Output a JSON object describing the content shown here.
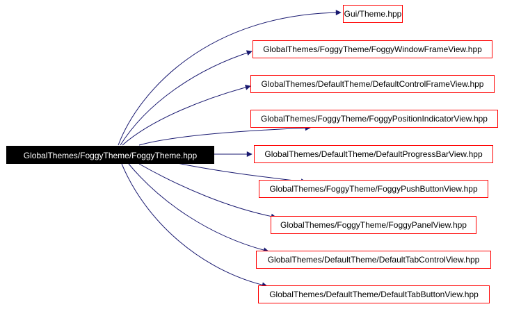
{
  "root": {
    "label": "GlobalThemes/FoggyTheme/FoggyTheme.hpp"
  },
  "includes": [
    {
      "label": "Gui/Theme.hpp"
    },
    {
      "label": "GlobalThemes/FoggyTheme/FoggyWindowFrameView.hpp"
    },
    {
      "label": "GlobalThemes/DefaultTheme/DefaultControlFrameView.hpp"
    },
    {
      "label": "GlobalThemes/FoggyTheme/FoggyPositionIndicatorView.hpp"
    },
    {
      "label": "GlobalThemes/DefaultTheme/DefaultProgressBarView.hpp"
    },
    {
      "label": "GlobalThemes/FoggyTheme/FoggyPushButtonView.hpp"
    },
    {
      "label": "GlobalThemes/FoggyTheme/FoggyPanelView.hpp"
    },
    {
      "label": "GlobalThemes/DefaultTheme/DefaultTabControlView.hpp"
    },
    {
      "label": "GlobalThemes/DefaultTheme/DefaultTabButtonView.hpp"
    }
  ],
  "colors": {
    "edge": "#191970",
    "node_border": "#ff0000",
    "root_fill": "#000000",
    "root_text": "#ffffff"
  }
}
